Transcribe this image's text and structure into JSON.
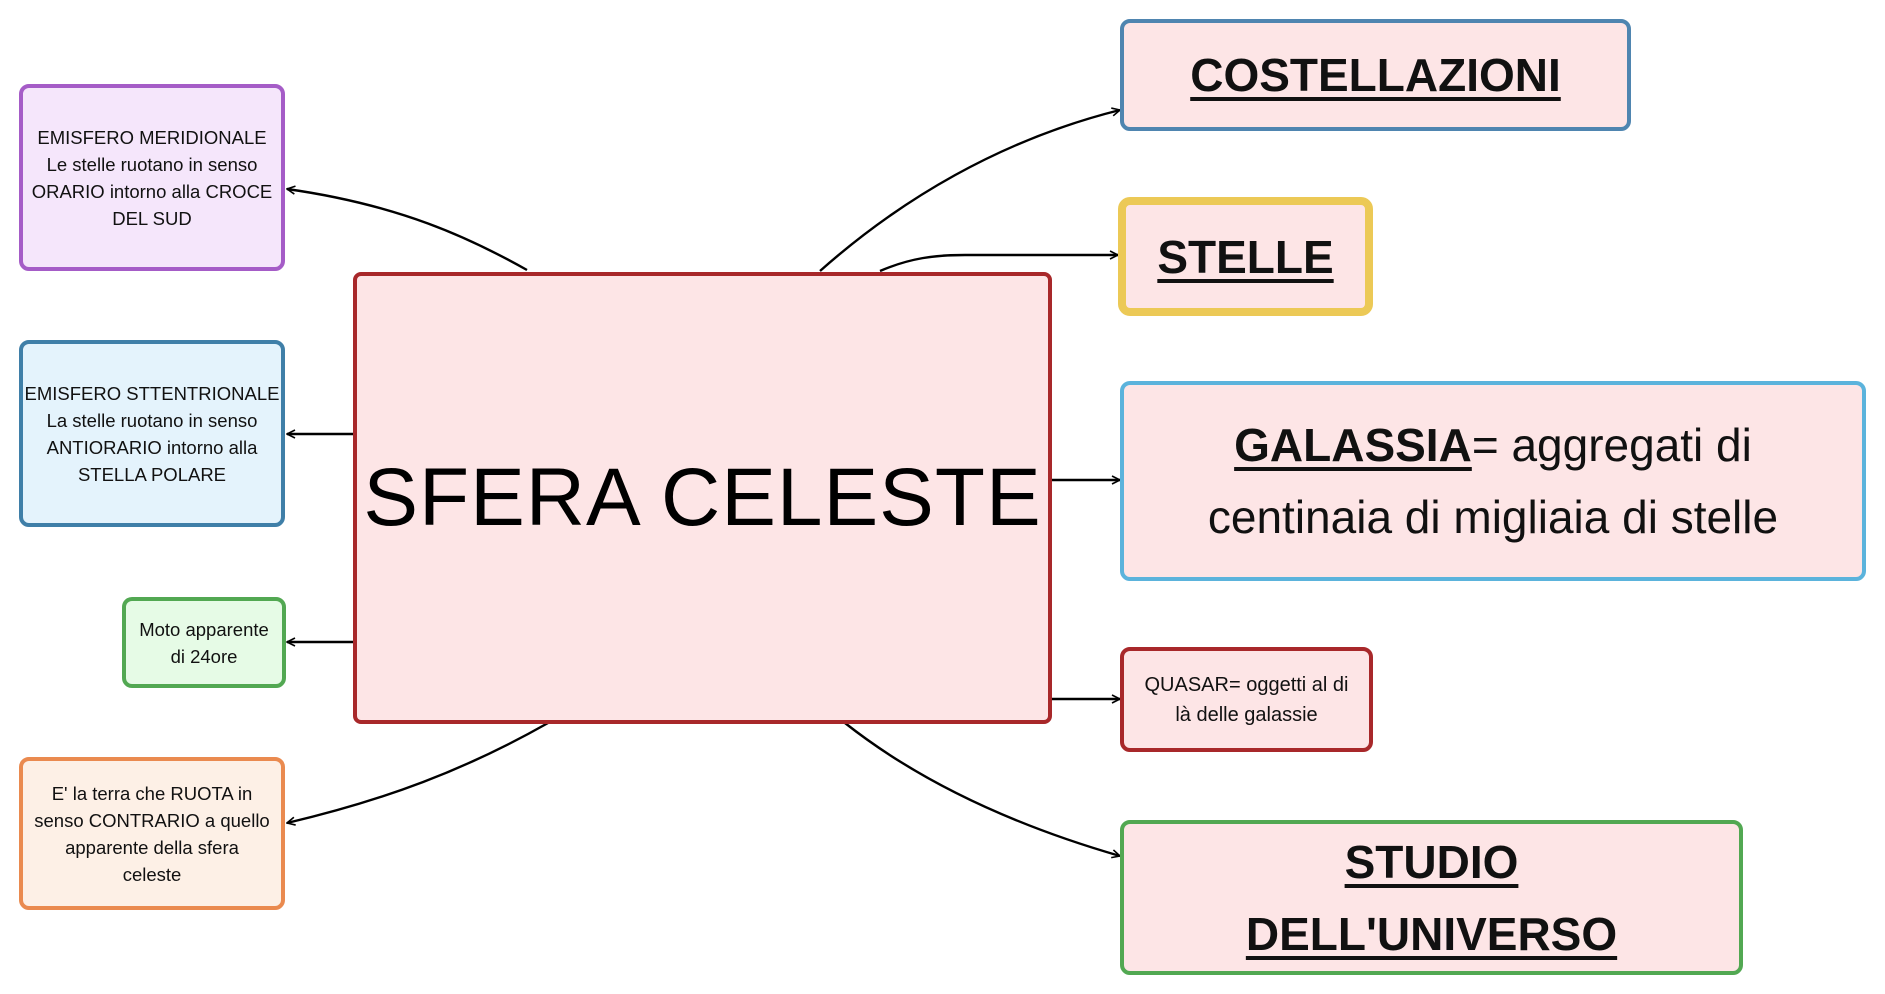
{
  "central": {
    "title": "SFERA CELESTE"
  },
  "left_nodes": {
    "meridionale": [
      "EMISFERO MERIDIONALE",
      "Le stelle ruotano in senso",
      "ORARIO intorno alla CROCE",
      "DEL SUD"
    ],
    "settentrionale": [
      "EMISFERO STTENTRIONALE",
      "La stelle ruotano in senso",
      "ANTIORARIO intorno alla",
      "STELLA POLARE"
    ],
    "moto": [
      "Moto apparente",
      "di 24ore"
    ],
    "terra": [
      "E' la terra che RUOTA in",
      "senso CONTRARIO a quello",
      "apparente della sfera",
      "celeste"
    ]
  },
  "right_nodes": {
    "costellazioni": "COSTELLAZIONI",
    "stelle": "STELLE",
    "galassia": {
      "term": "GALASSIA",
      "definition_line1": "= aggregati di",
      "definition_line2": "centinaia di migliaia di stelle"
    },
    "quasar": [
      "QUASAR= oggetti al di",
      "là delle galassie"
    ],
    "studio": [
      "STUDIO",
      "DELL'UNIVERSO"
    ]
  },
  "colors": {
    "central_border": "#a8282a",
    "fill_pink": "#fde5e6",
    "meridionale_border": "#a55cc7",
    "settentrionale_border": "#3f7fa8",
    "moto_border": "#52a852",
    "terra_border": "#ea8a4f",
    "costellazioni_border": "#4f85b0",
    "stelle_border": "#ecc956",
    "galassia_border": "#5bb3dc",
    "quasar_border": "#a8282a",
    "studio_border": "#52a852",
    "connector": "#000000"
  }
}
